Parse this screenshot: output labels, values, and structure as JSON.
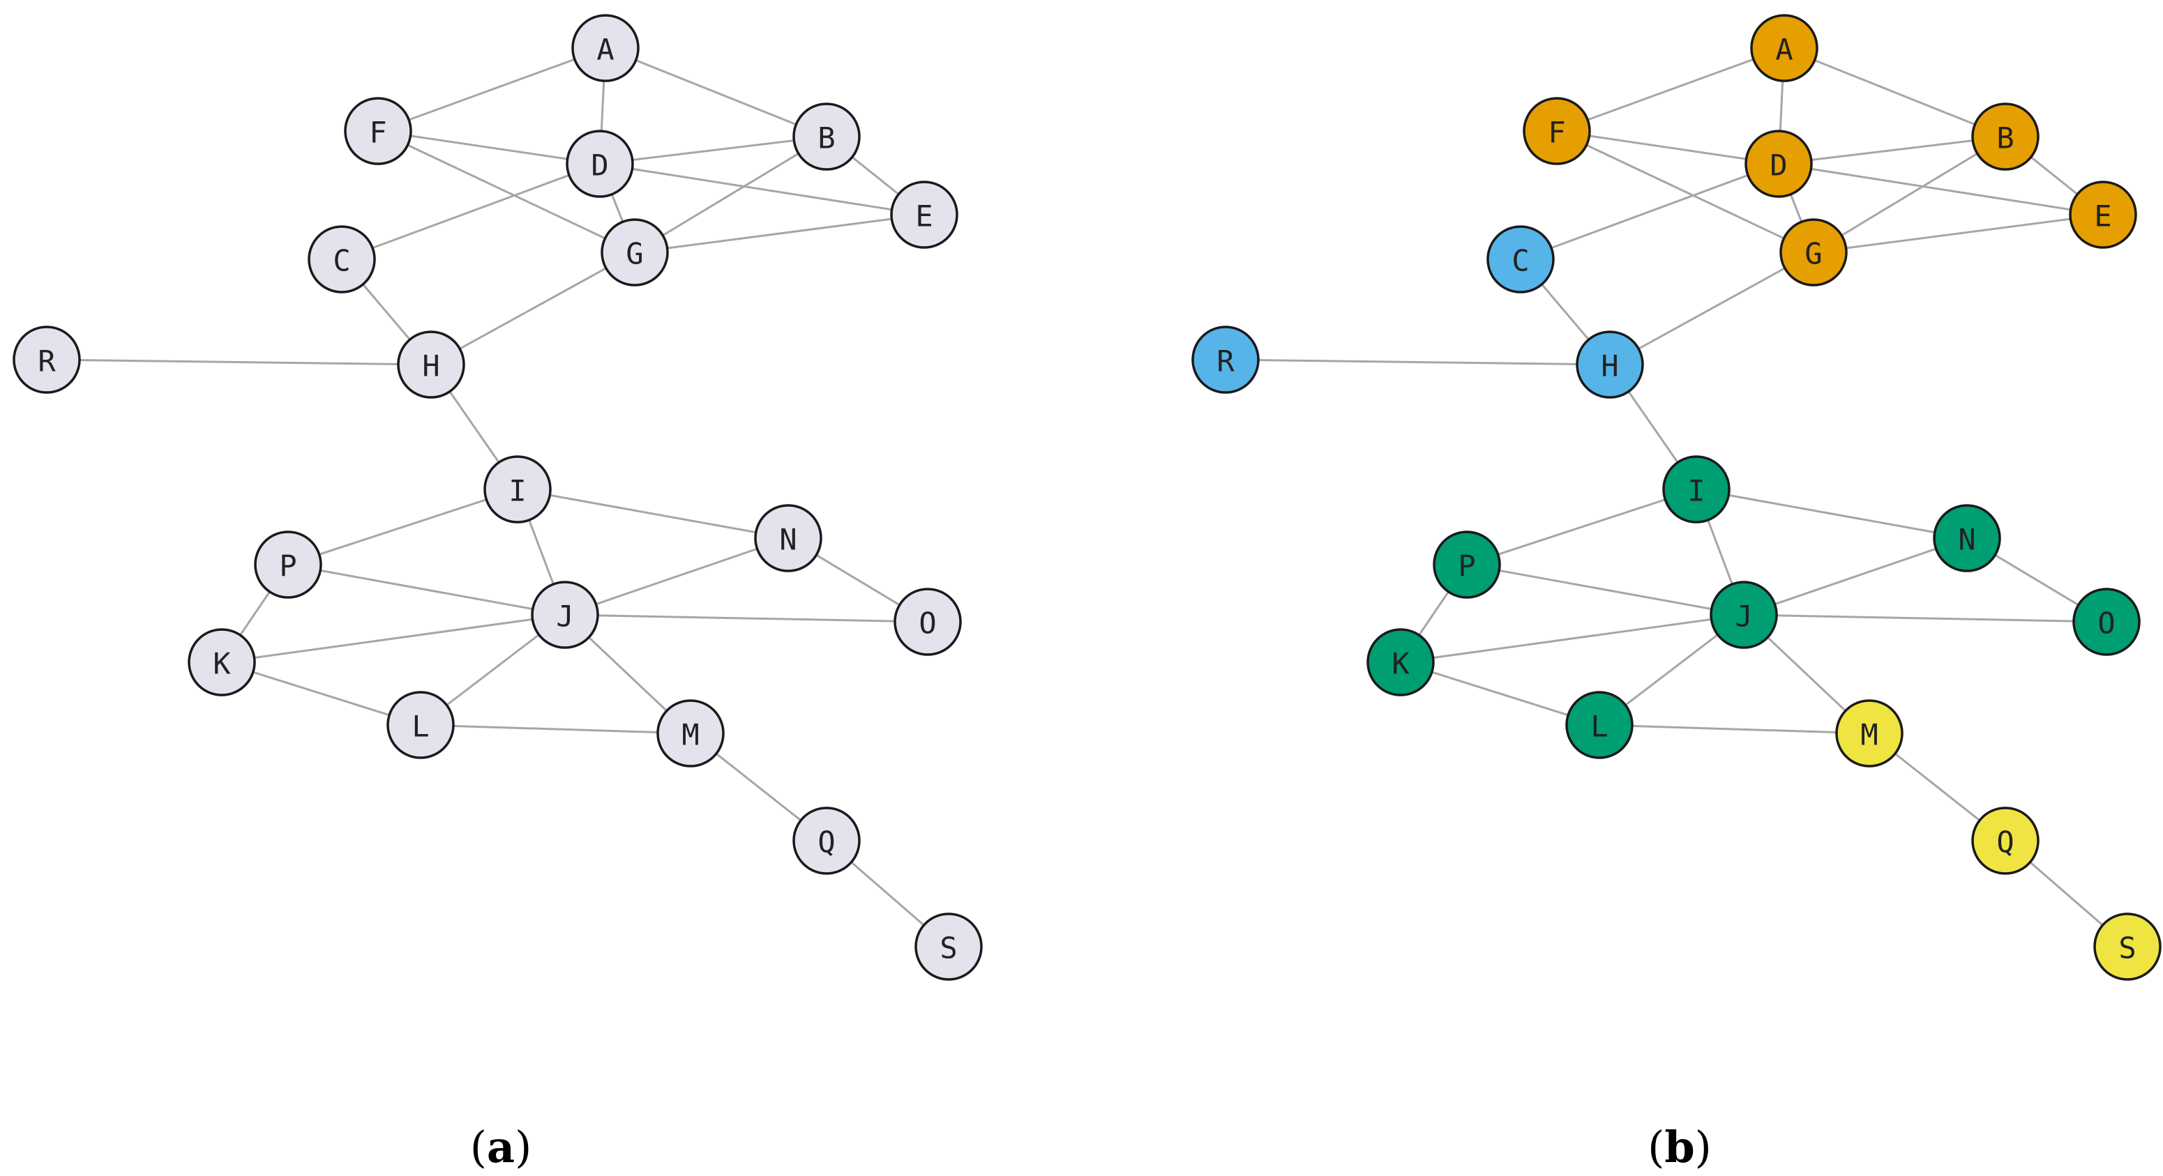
{
  "figure": {
    "panels": [
      {
        "id": "a",
        "caption_open": "(",
        "caption_letter": "a",
        "caption_close": ")",
        "colors": {
          "A": "#e3e3ee",
          "B": "#e3e3ee",
          "C": "#e3e3ee",
          "D": "#e3e3ee",
          "E": "#e3e3ee",
          "F": "#e3e3ee",
          "G": "#e3e3ee",
          "H": "#e3e3ee",
          "I": "#e3e3ee",
          "J": "#e3e3ee",
          "K": "#e3e3ee",
          "L": "#e3e3ee",
          "M": "#e3e3ee",
          "N": "#e3e3ee",
          "O": "#e3e3ee",
          "P": "#e3e3ee",
          "Q": "#e3e3ee",
          "R": "#e3e3ee",
          "S": "#e3e3ee"
        }
      },
      {
        "id": "b",
        "caption_open": "(",
        "caption_letter": "b",
        "caption_close": ")",
        "colors": {
          "A": "#e69f00",
          "B": "#e69f00",
          "D": "#e69f00",
          "E": "#e69f00",
          "F": "#e69f00",
          "G": "#e69f00",
          "C": "#56b4e9",
          "H": "#56b4e9",
          "R": "#56b4e9",
          "I": "#009e73",
          "J": "#009e73",
          "K": "#009e73",
          "L": "#009e73",
          "N": "#009e73",
          "O": "#009e73",
          "P": "#009e73",
          "M": "#f0e442",
          "Q": "#f0e442",
          "S": "#f0e442"
        }
      }
    ],
    "nodes": [
      "A",
      "B",
      "C",
      "D",
      "E",
      "F",
      "G",
      "H",
      "I",
      "J",
      "K",
      "L",
      "M",
      "N",
      "O",
      "P",
      "Q",
      "R",
      "S"
    ],
    "edges": [
      [
        "A",
        "F"
      ],
      [
        "A",
        "D"
      ],
      [
        "A",
        "B"
      ],
      [
        "F",
        "D"
      ],
      [
        "F",
        "G"
      ],
      [
        "D",
        "B"
      ],
      [
        "D",
        "E"
      ],
      [
        "D",
        "G"
      ],
      [
        "D",
        "C"
      ],
      [
        "B",
        "E"
      ],
      [
        "B",
        "G"
      ],
      [
        "G",
        "E"
      ],
      [
        "G",
        "H"
      ],
      [
        "C",
        "H"
      ],
      [
        "R",
        "H"
      ],
      [
        "H",
        "I"
      ],
      [
        "I",
        "P"
      ],
      [
        "I",
        "N"
      ],
      [
        "I",
        "J"
      ],
      [
        "P",
        "J"
      ],
      [
        "P",
        "K"
      ],
      [
        "J",
        "N"
      ],
      [
        "J",
        "O"
      ],
      [
        "J",
        "K"
      ],
      [
        "J",
        "L"
      ],
      [
        "J",
        "M"
      ],
      [
        "N",
        "O"
      ],
      [
        "K",
        "L"
      ],
      [
        "L",
        "M"
      ],
      [
        "M",
        "Q"
      ],
      [
        "Q",
        "S"
      ]
    ]
  }
}
